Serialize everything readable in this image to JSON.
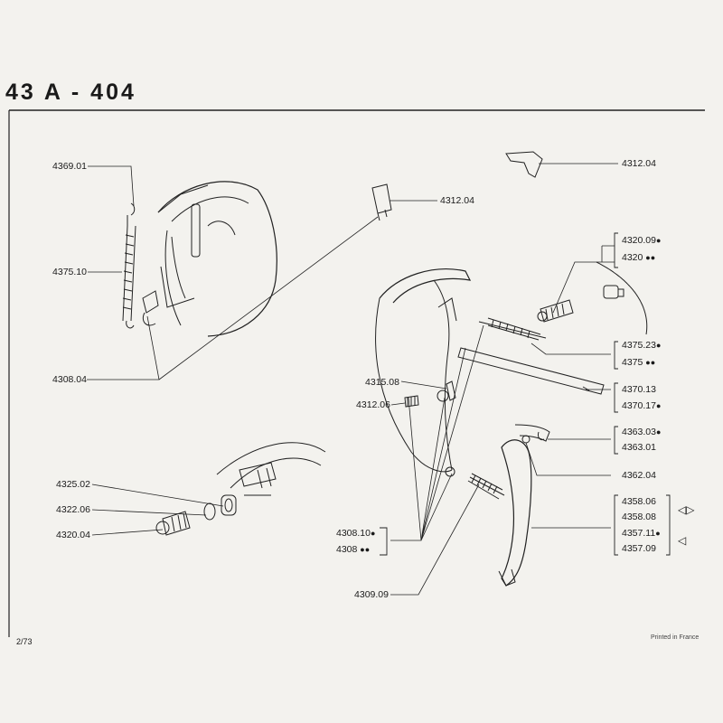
{
  "sheet": {
    "code": "43 A - 404",
    "page_number": "2/73",
    "printed": "Printed in France"
  },
  "labels": {
    "p4369_01": "4369.01",
    "p4375_10": "4375.10",
    "p4308_04": "4308.04",
    "p4312_04_a": "4312.04",
    "p4312_04_b": "4312.04",
    "p4320_09": "4320.09",
    "p4320": "4320",
    "p4375_23": "4375.23",
    "p4375": "4375",
    "p4370_13": "4370.13",
    "p4370_17": "4370.17",
    "p4315_08": "4315.08",
    "p4312_06": "4312.06",
    "p4363_03": "4363.03",
    "p4363_01": "4363.01",
    "p4362_04": "4362.04",
    "p4325_02": "4325.02",
    "p4322_06": "4322.06",
    "p4320_04": "4320.04",
    "p4358_06": "4358.06",
    "p4358_08": "4358.08",
    "p4357_11": "4357.11",
    "p4357_09": "4357.09",
    "p4308_10": "4308.10",
    "p4308": "4308",
    "p4309_09": "4309.09"
  },
  "marks": {
    "single": "●",
    "double": "●●"
  },
  "arrows": {
    "right": "◁▷",
    "left": "◁"
  }
}
